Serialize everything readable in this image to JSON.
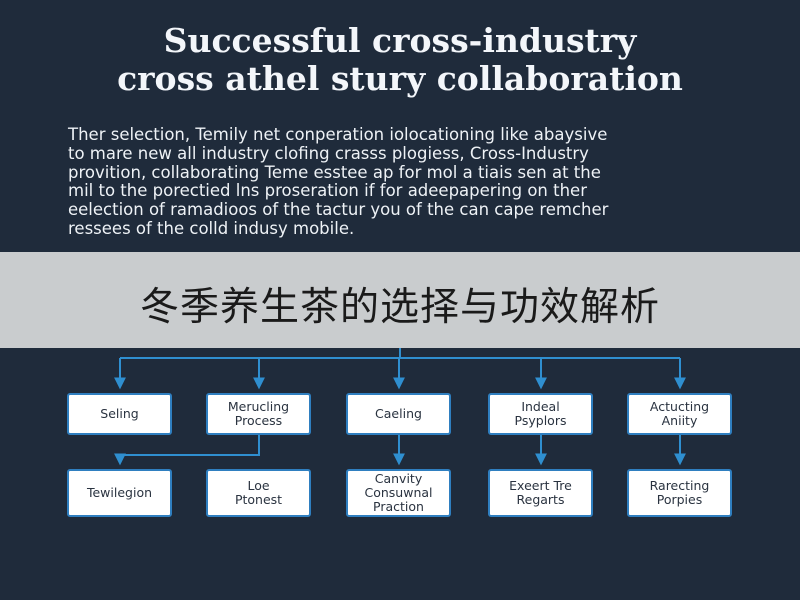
{
  "header": {
    "title_line1": "Successful cross-industry",
    "title_line2": "cross athel stury collaboration"
  },
  "intro": {
    "lines": [
      "Ther selection, Temily net conperation iolocationing like abaysive",
      "to mare new all industry clofing crasss plogiess, Cross-Industry",
      "provition, collaborating Teme esstee ap for mol a tiais sen at the",
      "mil to the porectied lns proseration if for adeepapering on ther",
      "eelection of ramadioos of the tactur you of the can cape remcher",
      "ressees of the colld indusy mobile."
    ]
  },
  "banner": {
    "text": "冬季养生茶的选择与功效解析"
  },
  "diagram": {
    "colors": {
      "connector": "#2f8fd0",
      "node_border": "#2f7fc0",
      "node_fill": "#ffffff"
    },
    "top_row": [
      {
        "label": "Seling"
      },
      {
        "label": "Merucling\nProcess"
      },
      {
        "label": "Caeling"
      },
      {
        "label": "Indeal\nPsyplors"
      },
      {
        "label": "Actucting\nAniity"
      }
    ],
    "bottom_row": [
      {
        "label": "Tewilegion"
      },
      {
        "label": "Loe\nPtonest"
      },
      {
        "label": "Canvity\nConsuwnal\nPraction"
      },
      {
        "label": "Exeert Tre\nRegarts"
      },
      {
        "label": "Rarecting\nPorpies"
      }
    ]
  }
}
